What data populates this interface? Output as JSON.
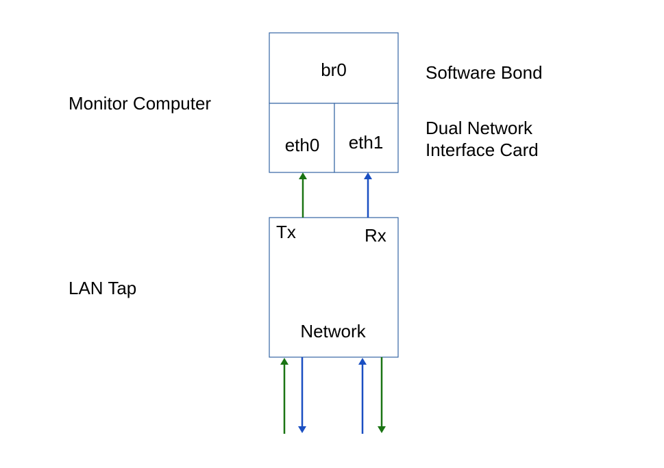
{
  "labels": {
    "monitor_computer": "Monitor Computer",
    "lan_tap": "LAN Tap",
    "software_bond": "Software Bond",
    "dual_nic_line1": "Dual Network",
    "dual_nic_line2": "Interface Card"
  },
  "boxes": {
    "bridge": "br0",
    "eth0": "eth0",
    "eth1": "eth1",
    "tx": "Tx",
    "rx": "Rx",
    "network": "Network"
  },
  "colors": {
    "box_border": "#3465a4",
    "arrow_green": "#1a7413",
    "arrow_blue": "#1a4fc2"
  }
}
